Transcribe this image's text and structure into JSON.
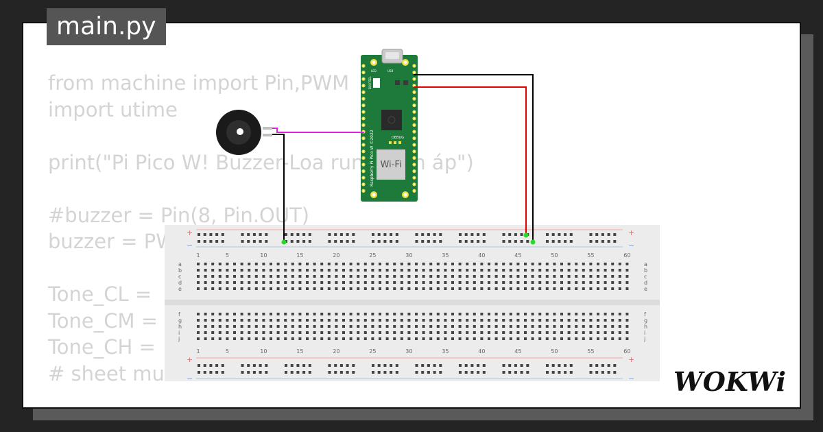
{
  "tab": {
    "filename": "main.py"
  },
  "code_lines": [
    "from machine import Pin,PWM",
    "import utime",
    "",
    "print(\"Pi Pico W! Buzzer-Loa rung điện áp\")",
    "",
    "#buzzer = Pin(8, Pin.OUT)",
    "buzzer = PWM(Pin(8))",
    "",
    "Tone_CL = ",
    "Tone_CM = ",
    "Tone_CH = ",
    "# sheet music"
  ],
  "pico": {
    "wifi_label": "Wi-Fi",
    "debug_label": "DEBUG",
    "model_text": "Raspberry Pi Pico W ©2022",
    "led_label": "LED",
    "usb_label": "USB",
    "bootsel_label": "BOOTSEL"
  },
  "breadboard": {
    "column_numbers": [
      "1",
      "5",
      "10",
      "15",
      "20",
      "25",
      "30",
      "35",
      "40",
      "45",
      "50",
      "55",
      "60"
    ],
    "row_letters_top": [
      "a",
      "b",
      "c",
      "d",
      "e"
    ],
    "row_letters_bottom": [
      "f",
      "g",
      "h",
      "i",
      "j"
    ],
    "rail_plus": "+",
    "rail_minus": "−"
  },
  "logo": {
    "text": "WOKWi"
  },
  "colors": {
    "background": "#242424",
    "card": "#ffffff",
    "code_text": "#d4d4d4",
    "tab_bg": "#555555",
    "pico_green": "#1d7a3a",
    "wire_magenta": "#e020e0",
    "wire_red": "#e00000",
    "wire_black": "#000000",
    "pin_highlight": "#22dd22"
  }
}
